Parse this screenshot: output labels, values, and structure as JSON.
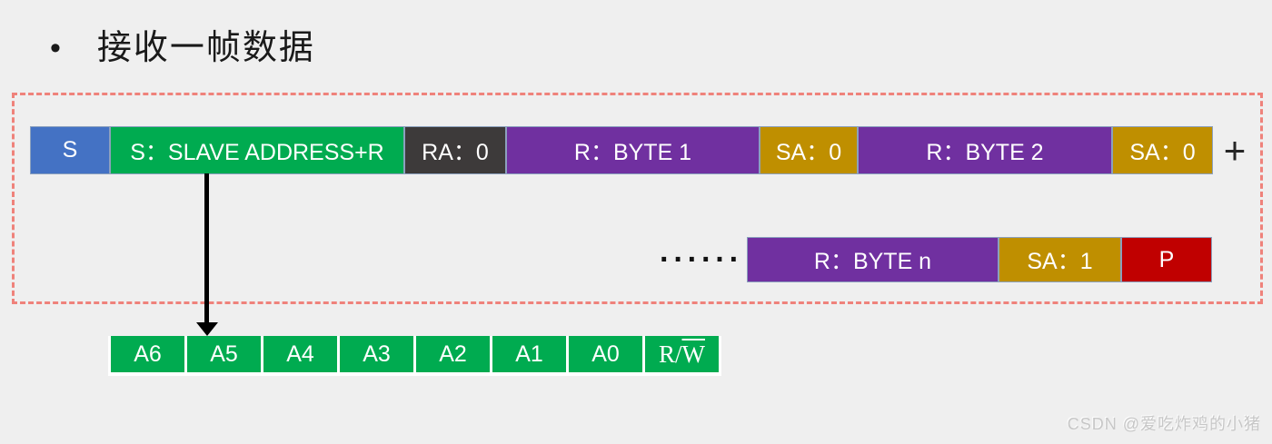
{
  "title": {
    "bullet": "•",
    "text": "接收一帧数据"
  },
  "colors": {
    "background": "#efefef",
    "start_block": "#4472c4",
    "address_block": "#00ab50",
    "ra_block": "#3d3a3a",
    "byte_block": "#7030a0",
    "sa_block": "#bf8f00",
    "stop_block": "#c00000",
    "dashed_frame": "#ef827b",
    "block_border": "#8ba0bd",
    "arrow": "#000000"
  },
  "row1": {
    "blocks": [
      {
        "label": "S"
      },
      {
        "label": "S：SLAVE ADDRESS+R"
      },
      {
        "label": "RA：0"
      },
      {
        "label": "R：BYTE 1"
      },
      {
        "label": "SA：0"
      },
      {
        "label": "R：BYTE 2"
      },
      {
        "label": "SA：0"
      }
    ],
    "plus_sign": "+"
  },
  "row2": {
    "ellipsis": "······",
    "blocks": [
      {
        "label": "R：BYTE n"
      },
      {
        "label": "SA：1"
      },
      {
        "label": "P"
      }
    ]
  },
  "address_bits": {
    "bits": [
      "A6",
      "A5",
      "A4",
      "A3",
      "A2",
      "A1",
      "A0"
    ],
    "rw_bit": {
      "prefix": "R/",
      "overline": "W"
    }
  },
  "watermark": "CSDN @爱吃炸鸡的小猪"
}
